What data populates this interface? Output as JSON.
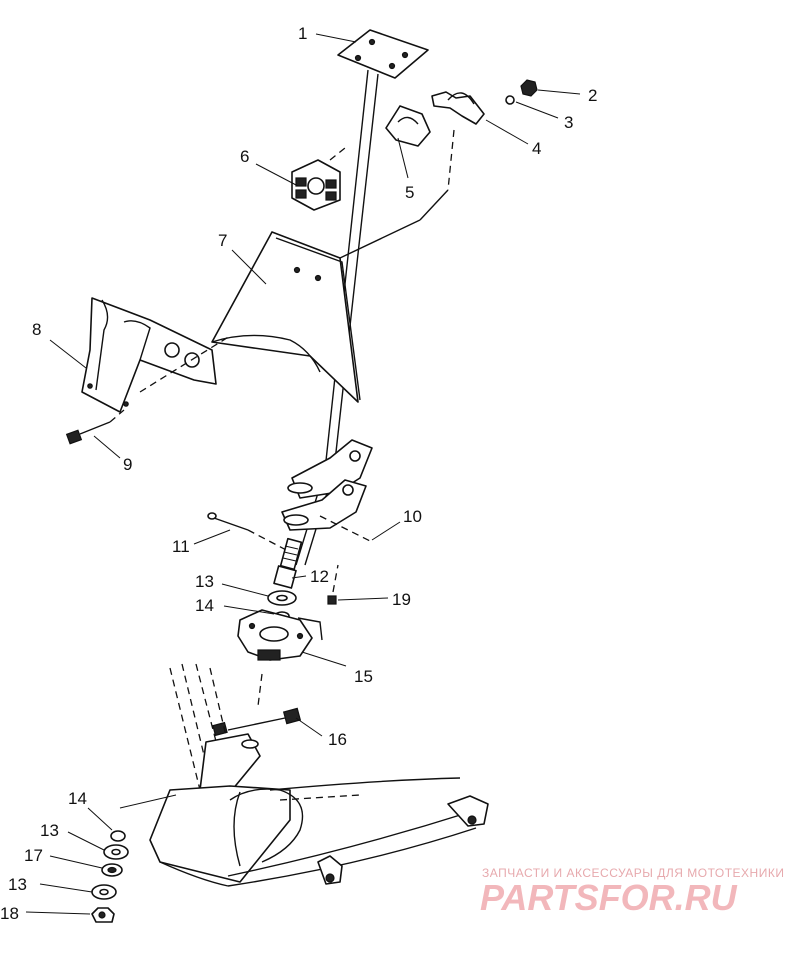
{
  "callouts": [
    "1",
    "2",
    "3",
    "4",
    "5",
    "6",
    "7",
    "8",
    "9",
    "10",
    "11",
    "12",
    "13",
    "14",
    "15",
    "16",
    "13",
    "14",
    "17",
    "13",
    "18",
    "19"
  ],
  "watermark": {
    "tagline": "ЗАПЧАСТИ И АКСЕССУАРЫ ДЛЯ МОТОТЕХНИКИ",
    "logo": "PARTSFOR.RU",
    "color": "#f2b7bb"
  }
}
